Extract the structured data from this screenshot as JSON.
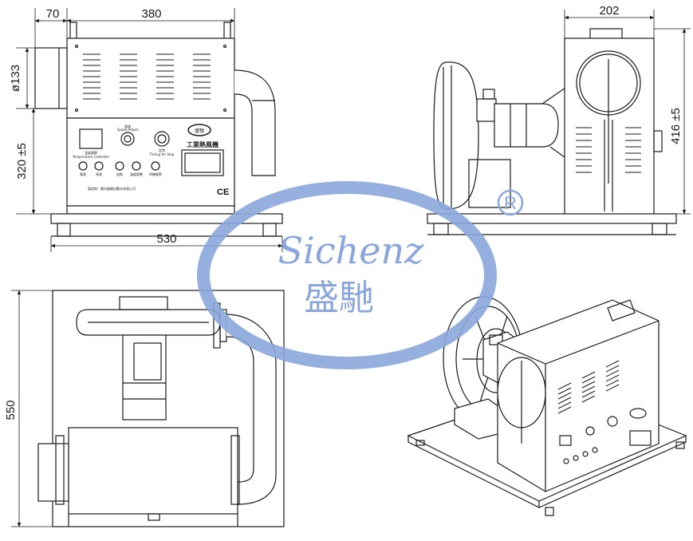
{
  "front_view": {
    "dim_top_small": "70",
    "dim_top_main": "380",
    "dim_diameter": "ø133",
    "dim_height": "320 ±5",
    "dim_base_width": "530",
    "panel": {
      "label_temp": "溫度調節",
      "label_temp_en": "Temperature Controller",
      "label_speed": "調速",
      "label_speed_en": "Speed Adjust",
      "label_timer": "定時",
      "label_timer_en": "Timing for Stop",
      "label_power": "電源",
      "label_motor": "馬達",
      "label_heat": "加熱",
      "label_heat_knob": "溫度調整",
      "label_alarm": "停機報警",
      "brand_name": "工業熱風機",
      "brand_logo_text": "盛馳",
      "company_line": "製造商：廣州盛馳自動化有限公司",
      "ce_mark": "CE"
    }
  },
  "side_view": {
    "dim_width": "202",
    "dim_height": "416 ±5"
  },
  "top_view": {
    "dim_depth": "550"
  },
  "watermark": {
    "brand_en": "Sichenz",
    "brand_cn": "盛馳",
    "registered": "®"
  },
  "colors": {
    "line": "#1a1a1a",
    "watermark": "#8aa6dc"
  }
}
